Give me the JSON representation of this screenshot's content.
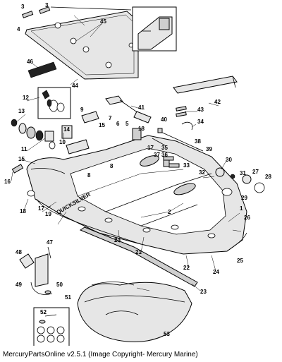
{
  "footer": {
    "caption": "MercuryPartsOnline v2.5.1 (Image Copyright- Mercury Marine)"
  },
  "diagram": {
    "brand_text": "QUICKSILVER",
    "callouts": [
      "1",
      "2",
      "3",
      "4",
      "5",
      "6",
      "7",
      "8",
      "9",
      "10",
      "11",
      "12",
      "13",
      "14",
      "15",
      "16",
      "17",
      "18",
      "19",
      "20",
      "21",
      "22",
      "23",
      "24",
      "25",
      "26",
      "27",
      "28",
      "29",
      "30",
      "31",
      "32",
      "33",
      "34",
      "35",
      "36",
      "37",
      "38",
      "39",
      "40",
      "41",
      "42",
      "43",
      "44",
      "45",
      "46",
      "47",
      "48",
      "49",
      "50",
      "51",
      "52",
      "53"
    ]
  }
}
